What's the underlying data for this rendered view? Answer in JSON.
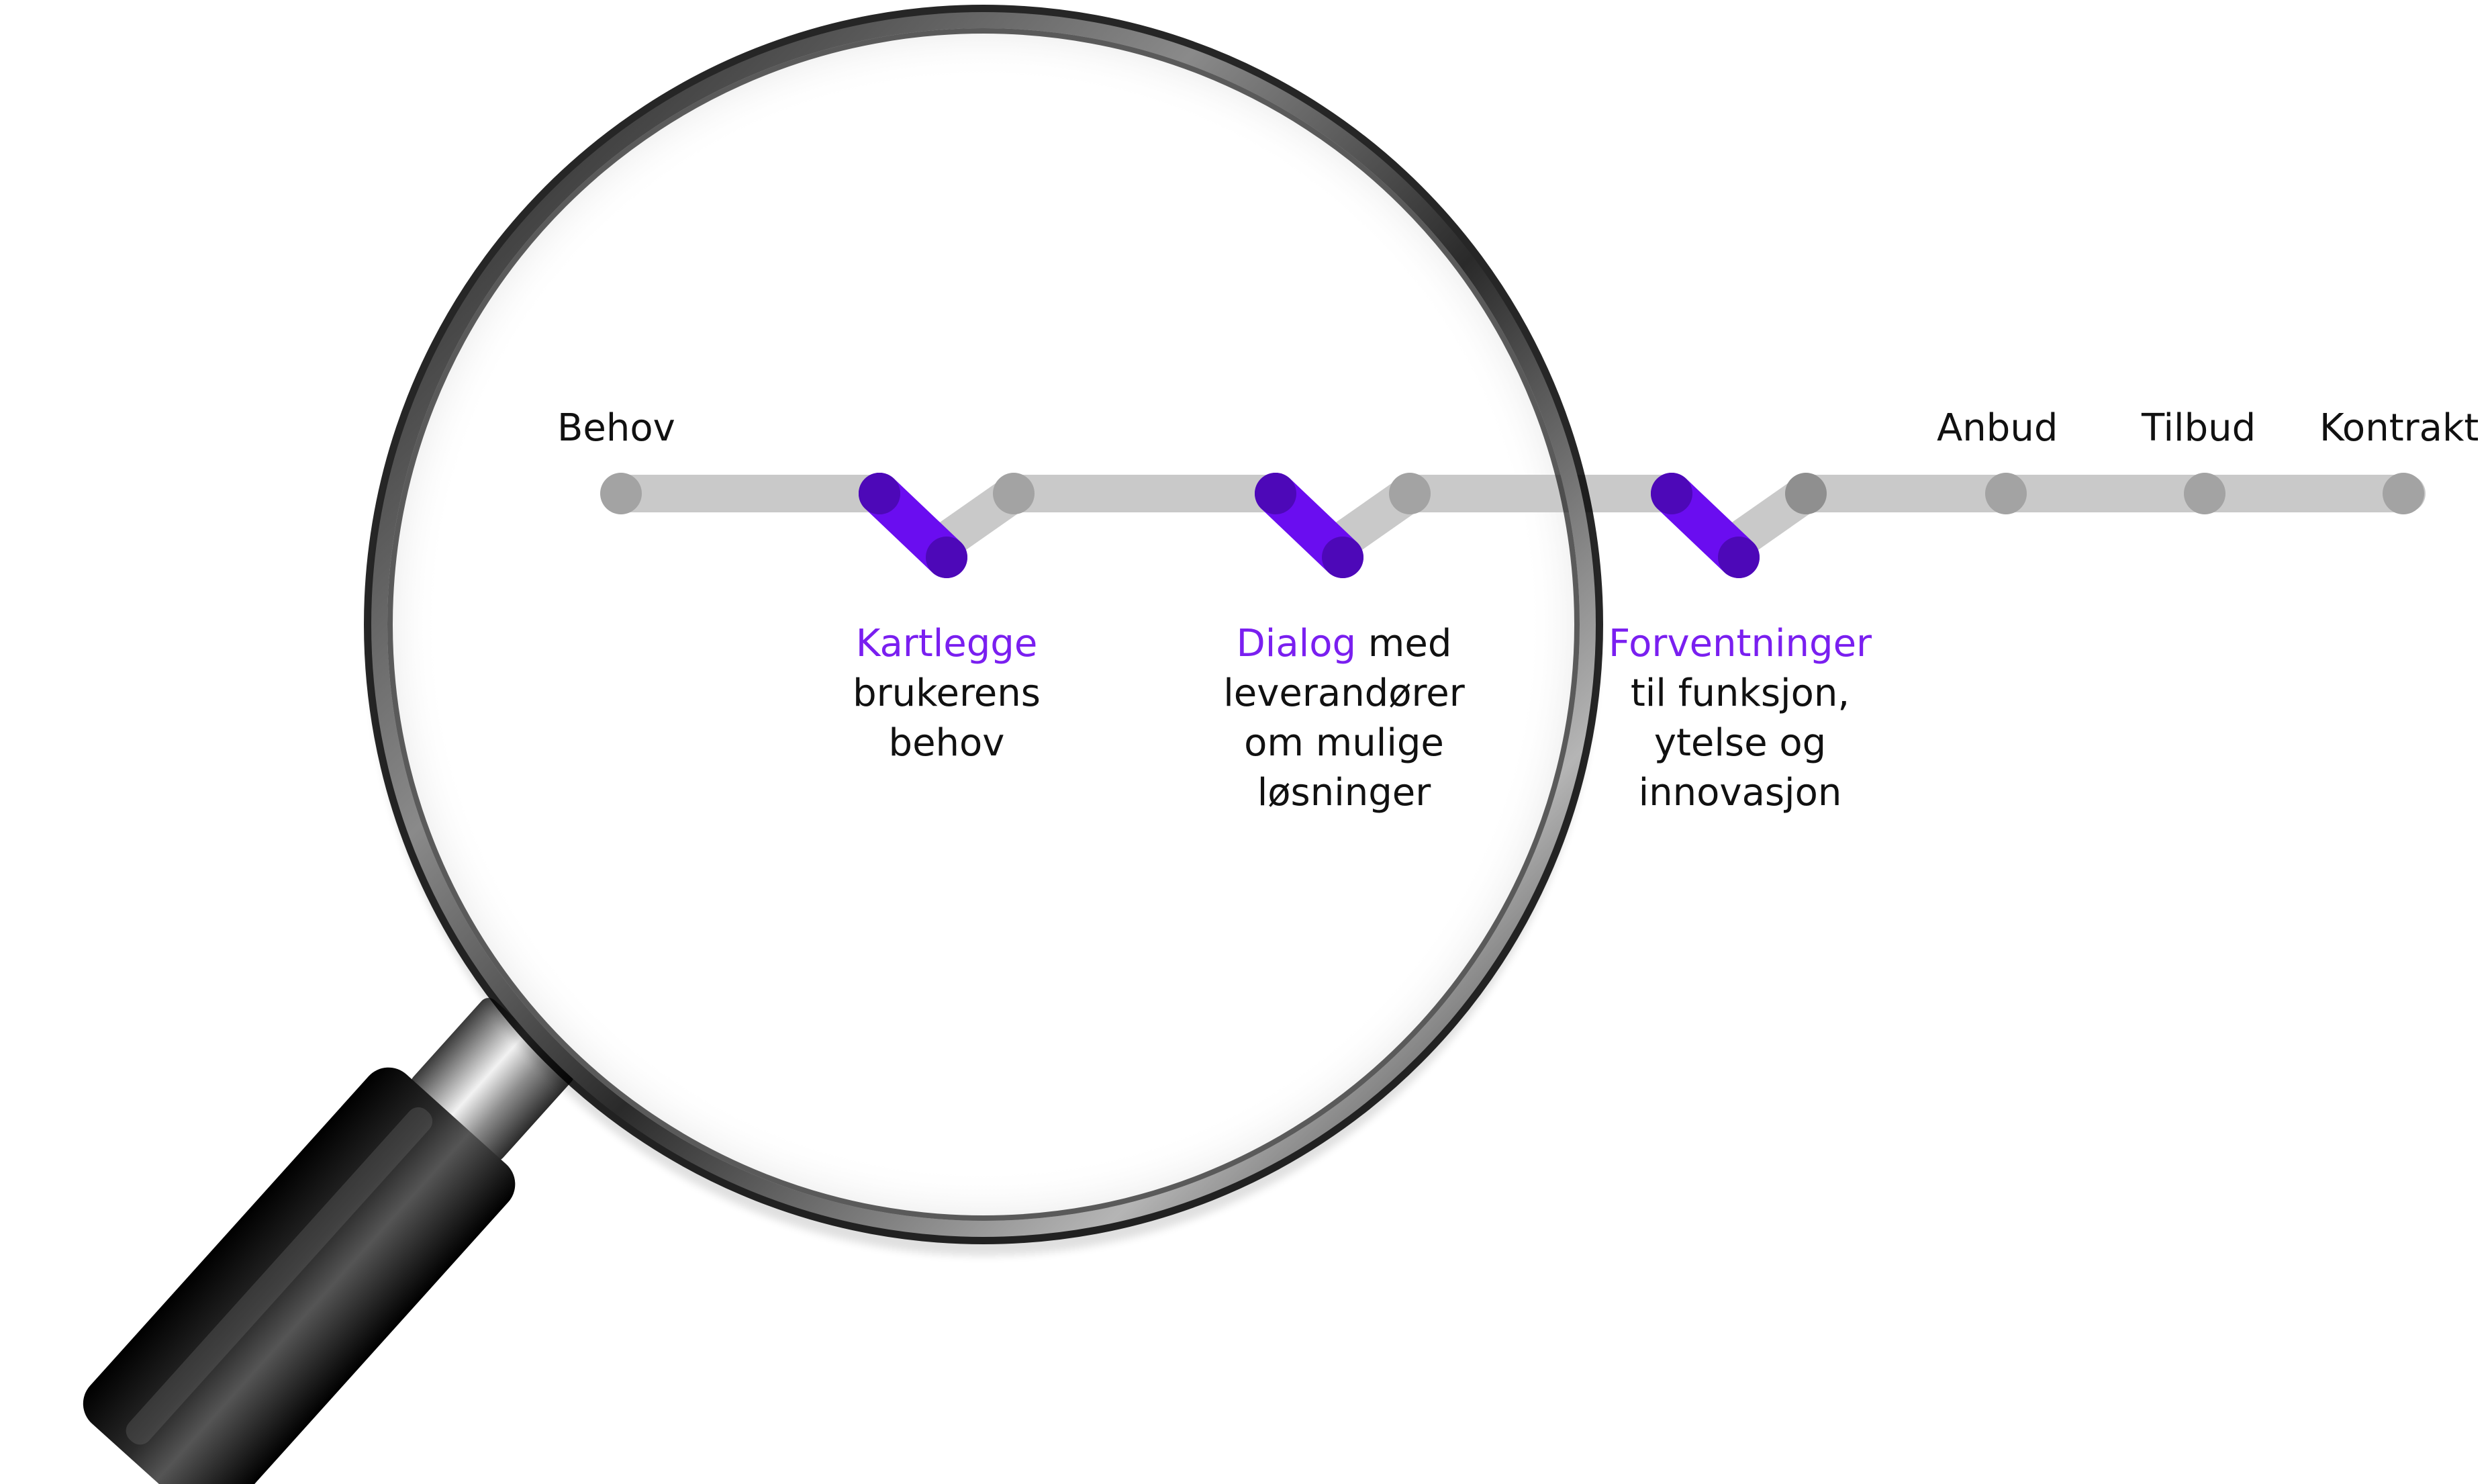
{
  "diagram": {
    "top_labels": [
      "Behov",
      "Anbud",
      "Tilbud",
      "Kontrakt"
    ],
    "steps": [
      {
        "highlight": "Kartlegge",
        "rest": "",
        "lines": [
          "brukerens",
          "behov"
        ]
      },
      {
        "highlight": "Dialog",
        "rest": " med",
        "lines": [
          "leverandører",
          "om mulige",
          "løsninger"
        ]
      },
      {
        "highlight": "Forventninger",
        "rest": "",
        "lines": [
          "til funksjon,",
          "ytelse og",
          "innovasjon"
        ]
      }
    ]
  },
  "colors": {
    "track": "#c9c9c9",
    "node": "#a3a3a3",
    "accent": "#6a0df0",
    "accent_dark": "#4d08b8",
    "text": "#111111"
  },
  "icons": {
    "magnifier": "magnifying-glass-icon"
  }
}
